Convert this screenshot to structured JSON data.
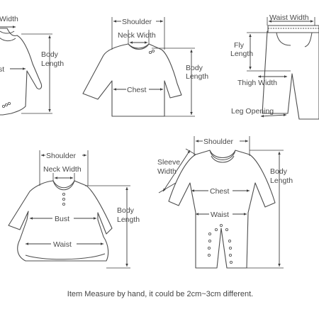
{
  "colors": {
    "line": "#4d4d4d",
    "text": "#4a4a4a",
    "background": "#ffffff"
  },
  "bodysuit": {
    "width_partial": "Width",
    "bust_partial": "st",
    "body_length_1": "Body",
    "body_length_2": "Length"
  },
  "tshirt": {
    "shoulder": "Shoulder",
    "neck_width": "Neck Width",
    "chest": "Chest",
    "body_length_1": "Body",
    "body_length_2": "Length"
  },
  "pants": {
    "waist_width": "Waist Width",
    "fly_length_1": "Fly",
    "fly_length_2": "Length",
    "thigh_width": "Thigh Width",
    "leg_opening": "Leg Opening"
  },
  "dress": {
    "shoulder": "Shoulder",
    "neck_width": "Neck Width",
    "bust": "Bust",
    "waist": "Waist",
    "body_length_1": "Body",
    "body_length_2": "Length"
  },
  "romper": {
    "shoulder": "Shoulder",
    "sleeve_width_1": "Sleeve",
    "sleeve_width_2": "Width",
    "chest": "Chest",
    "waist": "Waist",
    "body_length_1": "Body",
    "body_length_2": "Length"
  },
  "footer": {
    "note": "Item Measure by hand, it could be 2cm~3cm different."
  }
}
